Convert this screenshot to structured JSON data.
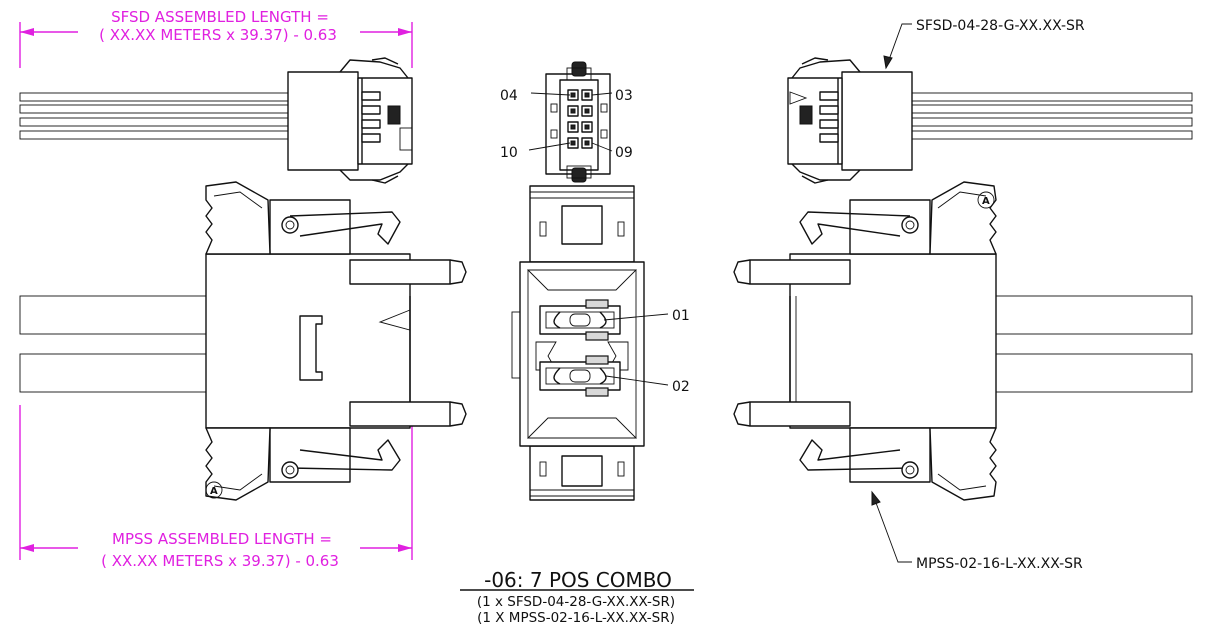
{
  "dimensions": {
    "sfsd_line1": "SFSD ASSEMBLED LENGTH =",
    "sfsd_line2": "( XX.XX METERS x 39.37) - 0.63",
    "mpss_line1": "MPSS ASSEMBLED LENGTH =",
    "mpss_line2": "( XX.XX METERS x 39.37) - 0.63"
  },
  "callouts": {
    "sfsd_part": "SFSD-04-28-G-XX.XX-SR",
    "mpss_part": "MPSS-02-16-L-XX.XX-SR"
  },
  "pin_labels": {
    "p04": "04",
    "p03": "03",
    "p10": "10",
    "p09": "09",
    "p01": "01",
    "p02": "02"
  },
  "latch_marks": {
    "a_top_right": "A",
    "a_bottom_left": "A"
  },
  "title": {
    "main": "-06: 7 POS COMBO",
    "line1": "(1 x SFSD-04-28-G-XX.XX-SR)",
    "line2": "(1 X MPSS-02-16-L-XX.XX-SR)"
  },
  "colors": {
    "dimension": "#e020e0",
    "line": "#111111",
    "background": "#ffffff"
  }
}
